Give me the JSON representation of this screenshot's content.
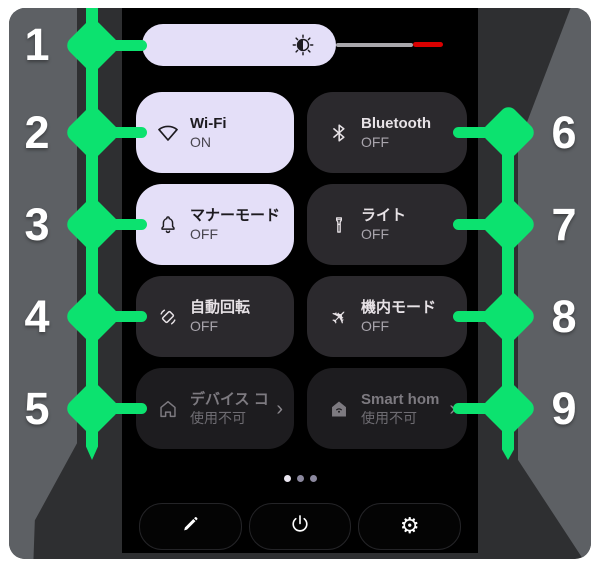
{
  "annotations": {
    "left_numbers": [
      "1",
      "2",
      "3",
      "4",
      "5"
    ],
    "right_numbers": [
      "6",
      "7",
      "8",
      "9"
    ]
  },
  "panel": {
    "brightness": {
      "icon": "brightness-icon"
    },
    "tiles": [
      {
        "title": "Wi-Fi",
        "status": "ON",
        "state": "on",
        "icon": "wifi-icon"
      },
      {
        "title": "Bluetooth",
        "status": "OFF",
        "state": "off",
        "icon": "bluetooth-icon"
      },
      {
        "title": "マナーモード",
        "status": "OFF",
        "state": "on",
        "icon": "bell-icon"
      },
      {
        "title": "ライト",
        "status": "OFF",
        "state": "off",
        "icon": "flashlight-icon"
      },
      {
        "title": "自動回転",
        "status": "OFF",
        "state": "off",
        "icon": "auto-rotate-icon"
      },
      {
        "title": "機内モード",
        "status": "OFF",
        "state": "off",
        "icon": "airplane-icon"
      },
      {
        "title": "デバイス コ",
        "status": "使用不可",
        "state": "disabled",
        "icon": "home-icon",
        "chevron": "›"
      },
      {
        "title": "Smart hom",
        "status": "使用不可",
        "state": "disabled",
        "icon": "smart-home-icon",
        "chevron": "›"
      }
    ],
    "pager": {
      "dot_count": 3,
      "active_dot": 1
    },
    "footer": [
      {
        "icon": "pencil-icon"
      },
      {
        "icon": "power-icon"
      },
      {
        "icon": "gear-icon"
      }
    ]
  },
  "colors": {
    "callout_green": "#0ce26f",
    "slider_highlight_red": "#da0000",
    "tile_active": "#e4dff8",
    "tile_inactive": "#2b292d",
    "tile_disabled": "#1d1c1f",
    "backdrop": "#2e2f31",
    "annotation_band": "#5d6064"
  }
}
